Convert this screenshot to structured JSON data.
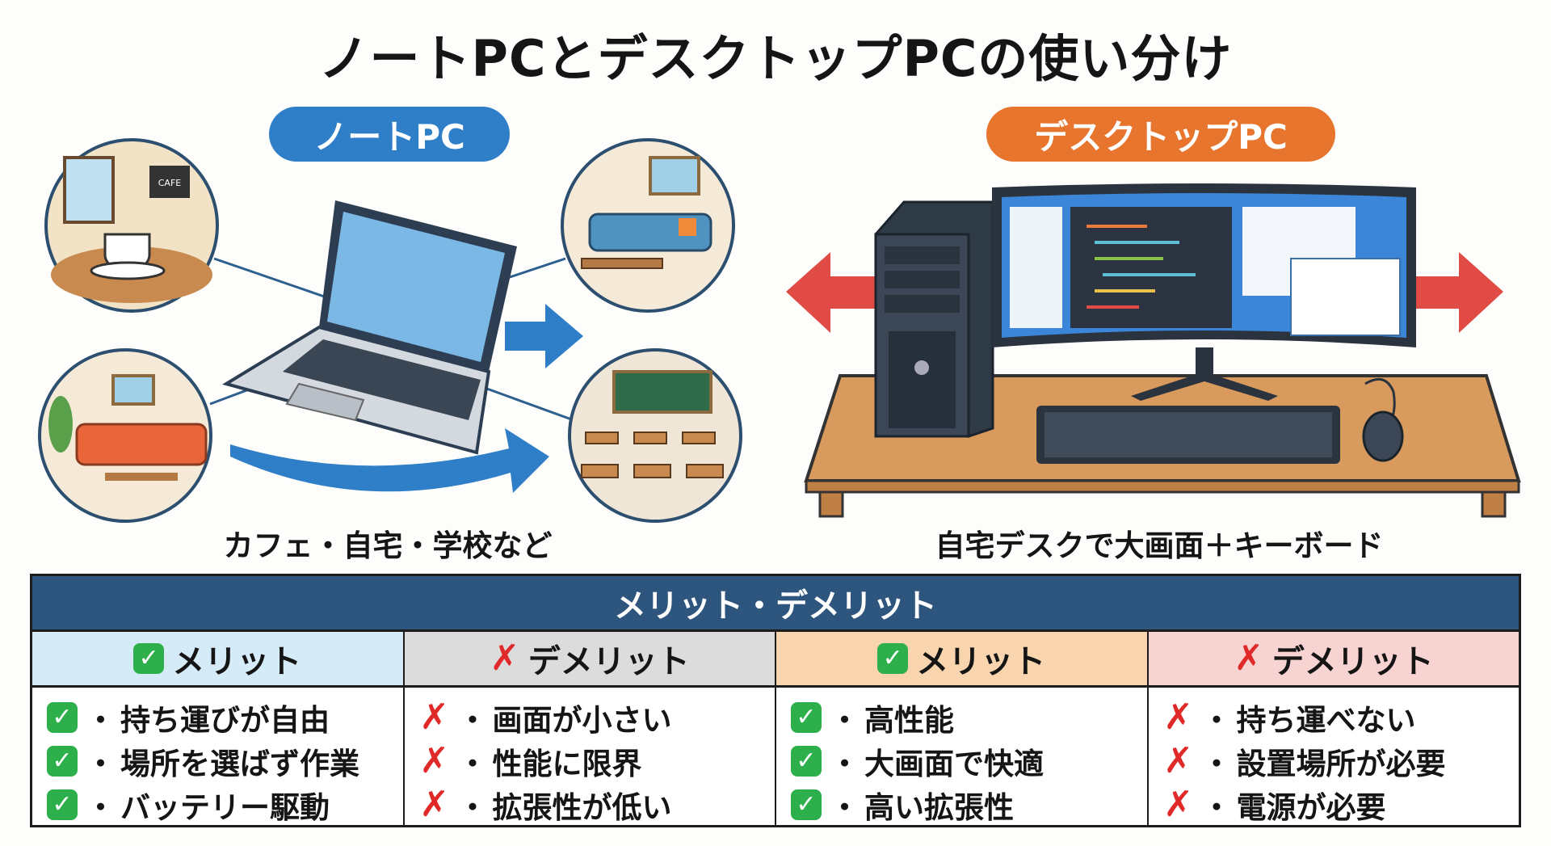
{
  "title": "ノートPCとデスクトップPCの使い分け",
  "laptop": {
    "label": "ノートPC",
    "caption": "カフェ・自宅・学校など",
    "color": "#2f7fc8",
    "scene_sign": "CAFE"
  },
  "desktop": {
    "label": "デスクトップPC",
    "caption": "自宅デスクで大画面＋キーボード",
    "color": "#e8752e"
  },
  "table": {
    "heading": "メリット・デメリット",
    "columns": [
      {
        "header": "メリット",
        "kind": "ok",
        "bg": "#d6ebf8",
        "items": [
          "持ち運びが自由",
          "場所を選ばず作業",
          "バッテリー駆動"
        ]
      },
      {
        "header": "デメリット",
        "kind": "ng",
        "bg": "#dcdcdc",
        "items": [
          "画面が小さい",
          "性能に限界",
          "拡張性が低い"
        ]
      },
      {
        "header": "メリット",
        "kind": "ok",
        "bg": "#f8d5ae",
        "items": [
          "高性能",
          "大画面で快適",
          "高い拡張性"
        ]
      },
      {
        "header": "デメリット",
        "kind": "ng",
        "bg": "#f7d4d2",
        "items": [
          "持ち運べない",
          "設置場所が必要",
          "電源が必要"
        ]
      }
    ],
    "bullet": "・",
    "ok_icon": "✓",
    "ng_icon": "✗"
  }
}
